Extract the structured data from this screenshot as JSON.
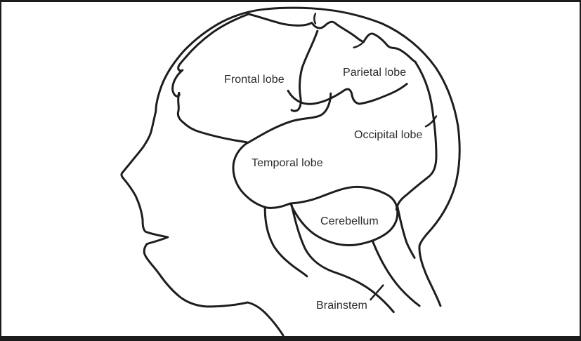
{
  "diagram": {
    "type": "brain-anatomy-head-profile",
    "background_color": "#ffffff",
    "ink_color": "#1d1d1d",
    "frame_color": "#1c1c1c",
    "labels": {
      "frontal": "Frontal lobe",
      "parietal": "Parietal lobe",
      "occipital": "Occipital lobe",
      "temporal": "Temporal lobe",
      "cerebellum": "Cerebellum",
      "brainstem": "Brainstem"
    }
  }
}
